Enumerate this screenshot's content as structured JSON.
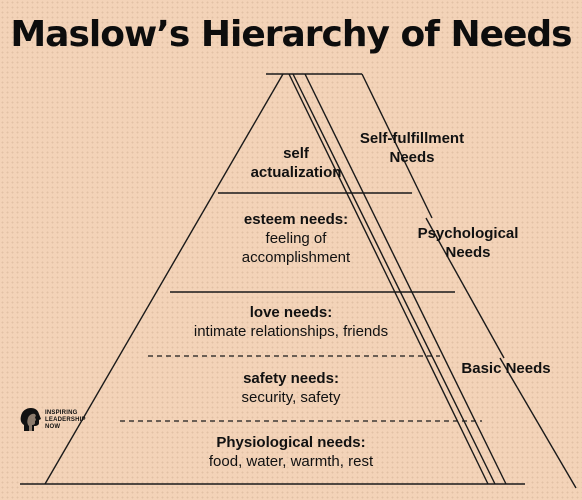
{
  "title": "Maslow’s Hierarchy of Needs",
  "levels": [
    {
      "heading": "self",
      "heading2": "actualization",
      "detail": ""
    },
    {
      "heading": "esteem needs:",
      "detail": "feeling of",
      "detail2": "accomplishment"
    },
    {
      "heading": "love needs:",
      "detail": "intimate relationships, friends"
    },
    {
      "heading": "safety needs:",
      "detail": "security, safety"
    },
    {
      "heading": "Physiological needs:",
      "detail": "food, water, warmth, rest"
    }
  ],
  "groups": {
    "self_fulfillment": {
      "line1": "Self-fulfillment",
      "line2": "Needs"
    },
    "psychological": {
      "line1": "Psychological",
      "line2": "Needs"
    },
    "basic": {
      "line1": "Basic Needs"
    }
  },
  "logo": {
    "line1": "INSPIRING",
    "line2": "LEADERSHIP",
    "line3": "NOW"
  }
}
